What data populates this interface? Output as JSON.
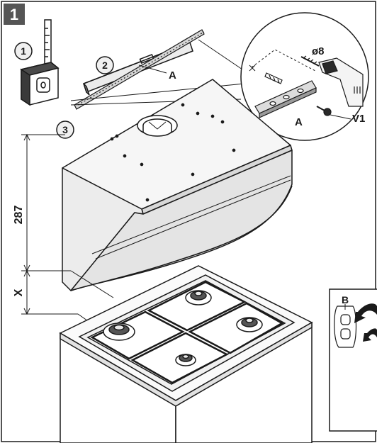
{
  "step": {
    "number": "1"
  },
  "sub_steps": [
    "1",
    "2",
    "3"
  ],
  "callouts": {
    "bracket_a": "A",
    "detail_bracket_a": "A",
    "drill_diameter": "ø8",
    "screw_v1": "V1",
    "clip_b": "B"
  },
  "dimensions": {
    "hood_height": "287",
    "clearance": "X"
  },
  "colors": {
    "step_badge": "#555555",
    "hood_fill": "#f2f2f2",
    "line": "#1a1a1a"
  }
}
